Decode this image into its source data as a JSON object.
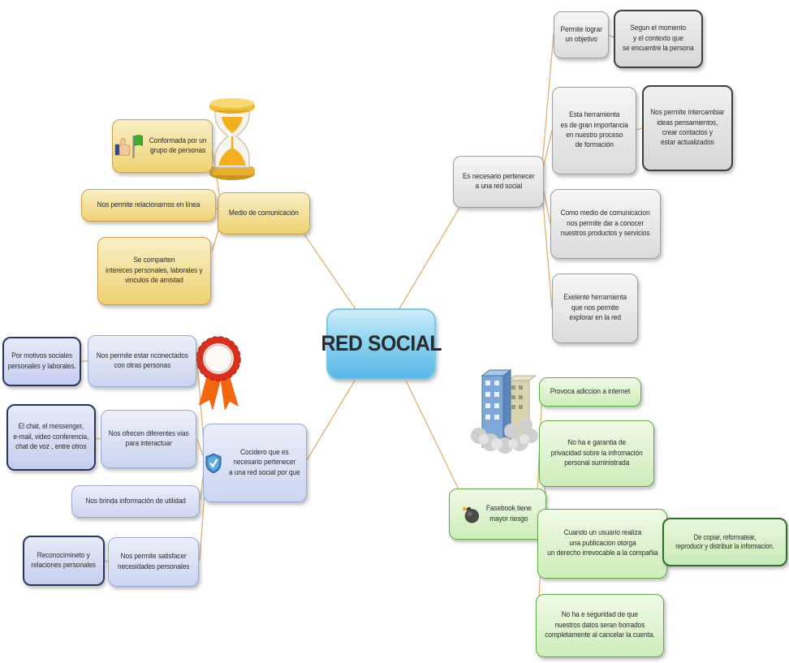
{
  "title": "RED SOCIAL",
  "center": {
    "label": "RED SOCIAL"
  },
  "nodes": {
    "medio": {
      "label": "Medio de comunicación"
    },
    "conformada": {
      "label": "Conformada por un\ngrupo de personas"
    },
    "relacionarnos": {
      "label": "Nos permite relacionarnos en línea"
    },
    "comparten": {
      "label": "Se comparten\nintereces personales, laborales y\nvinculos de amistad"
    },
    "necesario": {
      "label": "Es necesario pertenecer\na una red social"
    },
    "permite_lograr": {
      "label": "Permite lograr\nun objetivo"
    },
    "segun": {
      "label": "Segun el momento\ny el contexto que\nse encuentre la persona"
    },
    "esta_herramienta": {
      "label": "Esta herramienta\nes de gran importancia\nen nuestro proceso\nde formación"
    },
    "intercambiar": {
      "label": "Nos permite intercambiar\nideas pensamientos,\ncrear contactos y\nestar actualizados"
    },
    "como_medio": {
      "label": "Como medio de comunicacion\nnos permite dar a conocer\nnuestros productos y servicios"
    },
    "exelente": {
      "label": "Exelente herramienta\nque nos permite\nexplorar en la red"
    },
    "cocidero": {
      "label": "Cocidero que es\nnecesario pertenecer\na una red social por que"
    },
    "nconectados": {
      "label": "Nos permite estar nconectados\ncon otras personas"
    },
    "por_motivos": {
      "label": "Por motivos sociales\npersonales y laborales."
    },
    "el_chat": {
      "label": "El chat, el messenger,\ne-mail, video conferencia,\nchat de voz , entre otros"
    },
    "ofrecen": {
      "label": "Nos ofrecen diferentes vias\npara interactuar"
    },
    "brinda": {
      "label": "Nos brinda información de utilidad"
    },
    "reconocimineto": {
      "label": "Reconocimineto y\nrelaciones personales"
    },
    "satisfacer": {
      "label": "Nos permite satisfacer\nnecesidades personales"
    },
    "fasebook": {
      "label": "Fasebook tiene\nmayor riesgo"
    },
    "provoca": {
      "label": "Provoca adiccion a internet"
    },
    "garantia": {
      "label": "No ha e garantia de\nprivacidad sobre la infromación\npersonal suministrada"
    },
    "cuando": {
      "label": "Cuando un usuario realiza\nuna publicacion otorga\nun derecho irrevocable a la compañia"
    },
    "de_copiar": {
      "label": "De copiar, reformatear,\nreproducir y distribuir la informacion."
    },
    "seguridad": {
      "label": "No ha e seguridad de que\nnuestros datos seran borrados\ncompletamente al cancelar la cuenta."
    }
  },
  "icons": {
    "hourglass": "hourglass-icon",
    "ribbon": "award-ribbon-icon",
    "buildings": "buildings-clouds-icon",
    "thumbs_flag": "thumbs-up-flag-icon",
    "shield": "shield-check-icon",
    "bomb": "bomb-icon"
  },
  "colors": {
    "center_fill": "#66BEE7",
    "branch_yellow": "#EED173",
    "branch_gray": "#E4E4E4",
    "branch_lavender": "#D6DDF4",
    "branch_green": "#D9F2C8",
    "connector": "#DFAE70",
    "emphasis_border_dark": "#3F3F3F",
    "emphasis_border_navy": "#28355E",
    "emphasis_border_green": "#2F6E2A"
  },
  "edges": [
    {
      "from": "center",
      "to": "medio"
    },
    {
      "from": "medio",
      "to": "conformada"
    },
    {
      "from": "medio",
      "to": "relacionarnos"
    },
    {
      "from": "medio",
      "to": "comparten"
    },
    {
      "from": "center",
      "to": "necesario"
    },
    {
      "from": "necesario",
      "to": "permite_lograr"
    },
    {
      "from": "permite_lograr",
      "to": "segun"
    },
    {
      "from": "necesario",
      "to": "esta_herramienta"
    },
    {
      "from": "esta_herramienta",
      "to": "intercambiar"
    },
    {
      "from": "necesario",
      "to": "como_medio"
    },
    {
      "from": "necesario",
      "to": "exelente"
    },
    {
      "from": "center",
      "to": "cocidero"
    },
    {
      "from": "cocidero",
      "to": "nconectados"
    },
    {
      "from": "nconectados",
      "to": "por_motivos"
    },
    {
      "from": "cocidero",
      "to": "ofrecen"
    },
    {
      "from": "ofrecen",
      "to": "el_chat"
    },
    {
      "from": "cocidero",
      "to": "brinda"
    },
    {
      "from": "cocidero",
      "to": "satisfacer"
    },
    {
      "from": "satisfacer",
      "to": "reconocimineto"
    },
    {
      "from": "center",
      "to": "fasebook"
    },
    {
      "from": "fasebook",
      "to": "provoca"
    },
    {
      "from": "fasebook",
      "to": "garantia"
    },
    {
      "from": "fasebook",
      "to": "cuando"
    },
    {
      "from": "cuando",
      "to": "de_copiar"
    },
    {
      "from": "fasebook",
      "to": "seguridad"
    }
  ]
}
